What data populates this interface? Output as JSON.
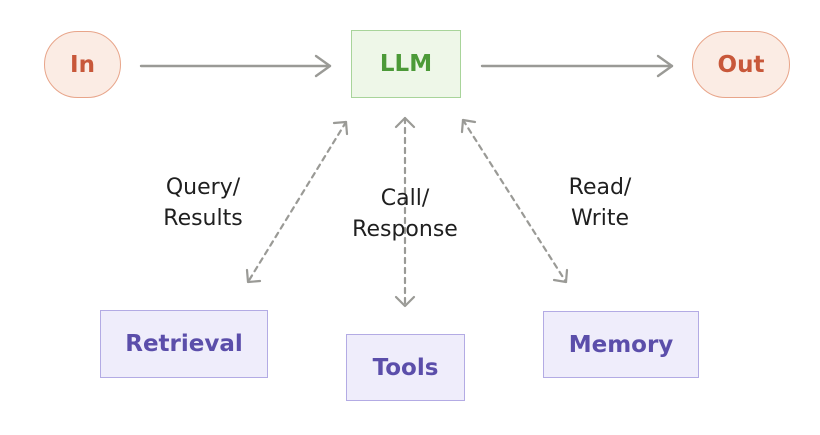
{
  "colors": {
    "io_fill": "#fbece4",
    "io_stroke": "#e8a58a",
    "io_text": "#c8583a",
    "llm_fill": "#eef7e8",
    "llm_stroke": "#a8d49a",
    "llm_text": "#4c9a38",
    "aug_fill": "#efedfb",
    "aug_stroke": "#b3abe4",
    "aug_text": "#5b4eaa",
    "arrow": "#9a9a96"
  },
  "nodes": {
    "input": "In",
    "llm": "LLM",
    "output": "Out",
    "retrieval": "Retrieval",
    "tools": "Tools",
    "memory": "Memory"
  },
  "edges": {
    "retrieval": {
      "line1": "Query/",
      "line2": "Results"
    },
    "tools": {
      "line1": "Call/",
      "line2": "Response"
    },
    "memory": {
      "line1": "Read/",
      "line2": "Write"
    }
  }
}
